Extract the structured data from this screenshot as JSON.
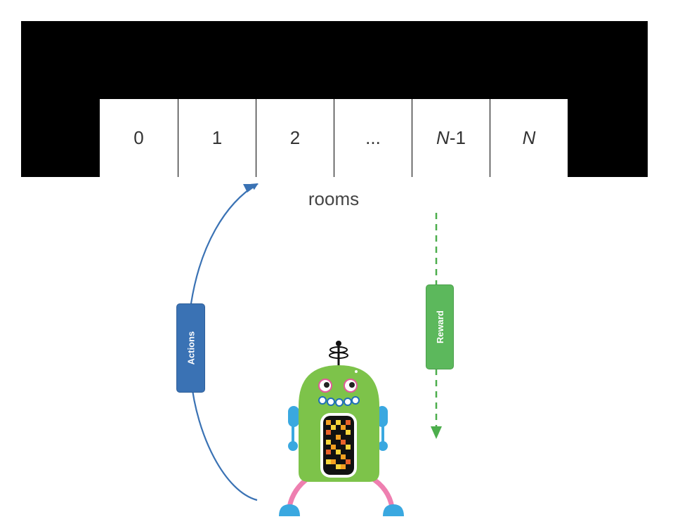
{
  "rooms": [
    {
      "prefix": "",
      "ital": "",
      "suffix": "0"
    },
    {
      "prefix": "",
      "ital": "",
      "suffix": "1"
    },
    {
      "prefix": "",
      "ital": "",
      "suffix": "2"
    },
    {
      "prefix": "",
      "ital": "",
      "suffix": "..."
    },
    {
      "prefix": "",
      "ital": "N",
      "suffix": "-1"
    },
    {
      "prefix": "",
      "ital": "N",
      "suffix": ""
    }
  ],
  "labels": {
    "rooms": "rooms",
    "actions": "Actions",
    "reward": "Reward"
  },
  "colors": {
    "building": "#000000",
    "room_bg": "#ffffff",
    "actions": "#3a72b4",
    "reward": "#5cb85c",
    "robot_body": "#7dc34a",
    "robot_limbs": "#3aa8e0",
    "robot_legs": "#ee7fb0"
  },
  "icons": {
    "agent": "robot-icon"
  }
}
